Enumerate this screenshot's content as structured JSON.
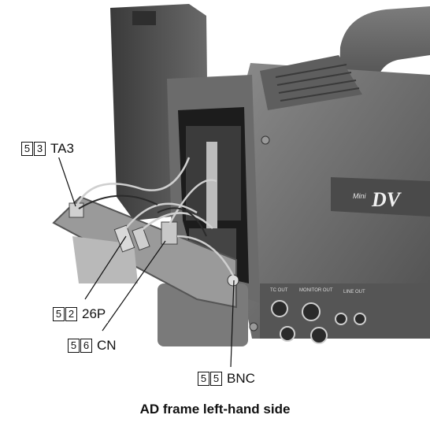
{
  "callouts": [
    {
      "n1": "5",
      "n2": "3",
      "label": "TA3"
    },
    {
      "n1": "5",
      "n2": "2",
      "label": "26P"
    },
    {
      "n1": "5",
      "n2": "6",
      "label": "CN"
    },
    {
      "n1": "5",
      "n2": "5",
      "label": "BNC"
    }
  ],
  "photo_labels": {
    "logo_small": "Mini",
    "logo_big": "DV",
    "tc_out": "TC OUT",
    "monitor_out": "MONITOR OUT",
    "line_out": "LINE OUT"
  },
  "caption": "AD frame left-hand side",
  "colors": {
    "camera_body": "#6f6f6f",
    "panel": "#5a5a5a",
    "background": "#ffffff"
  }
}
